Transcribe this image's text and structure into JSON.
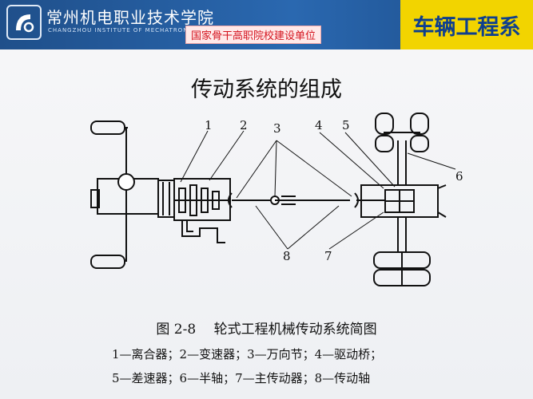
{
  "header": {
    "school_name": "常州机电职业技术学院",
    "school_name_en": "CHANGZHOU INSTITUTE OF MECHATRONIC TECHNOLOGY",
    "tagline": "国家骨干高职院校建设单位",
    "department": "车辆工程系"
  },
  "slide": {
    "title": "传动系统的组成"
  },
  "diagram": {
    "callouts": [
      "1",
      "2",
      "3",
      "4",
      "5",
      "6",
      "7",
      "8"
    ]
  },
  "figure": {
    "caption": "图 2-8　 轮式工程机械传动系统简图",
    "legend_line1": "1—离合器；2—变速器；3—万向节；4—驱动桥；",
    "legend_line2": "5—差速器；6—半轴；7—主传动器；8—传动轴"
  },
  "colors": {
    "header_blue": "#1f4f8a",
    "dept_yellow": "#f2d400",
    "dept_text": "#0e3f8e",
    "tagline_red": "#d4141e"
  }
}
